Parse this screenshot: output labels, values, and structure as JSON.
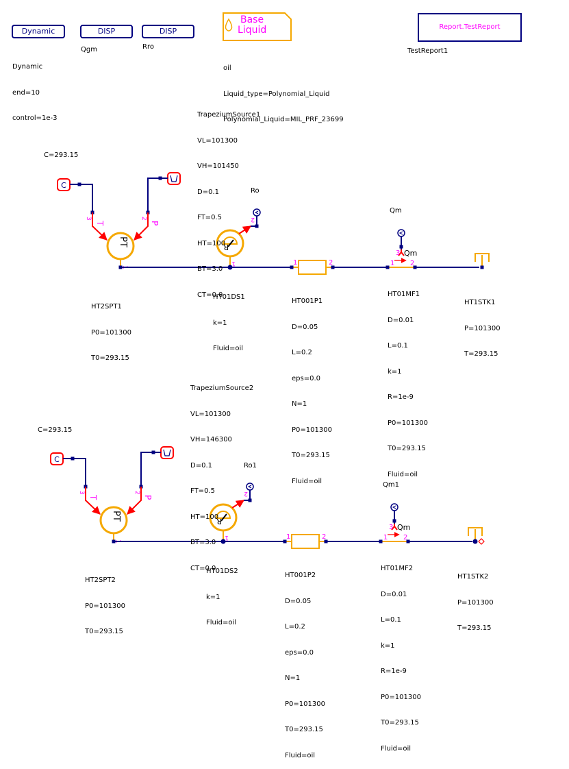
{
  "colors": {
    "wire": "#000080",
    "component": "#f5a800",
    "signal": "#ff0000",
    "pin_label": "#ff00ff"
  },
  "toolbar_blocks": {
    "dynamic": {
      "label": "Dynamic",
      "params": [
        "Dynamic",
        "end=10",
        "control=1e-3"
      ]
    },
    "disp_qm": {
      "label": "DISP",
      "name": "Qgm"
    },
    "disp_ro": {
      "label": "DISP",
      "name": "Rro"
    },
    "base_liquid": {
      "label_line1": "Base",
      "label_line2": "Liquid",
      "params": [
        "oil",
        "Liquid_type=Polynomial_Liquid",
        "Polynomial_Liquid=MIL_PRF_23699"
      ]
    },
    "report": {
      "label": "Report.TestReport",
      "name": "TestReport1"
    }
  },
  "circuit1": {
    "trapezium": [
      "TrapeziumSource1",
      "VL=101300",
      "VH=101450",
      "D=0.1",
      "FT=0.5",
      "HT=100",
      "BT=3.0",
      "CT=0.0"
    ],
    "constant": {
      "params": "C=293.15",
      "glyph": "C"
    },
    "pt": {
      "glyph": "PT",
      "params": [
        "HT2SPT1",
        "P0=101300",
        "T0=293.15"
      ],
      "pin_T": "T",
      "pin_P": "P",
      "pin3": "3",
      "pin2": "2",
      "pin1": "1"
    },
    "ds": {
      "params": [
        "HT01DS1",
        "k=1",
        "Fluid=oil"
      ],
      "sensor_name": "Ro",
      "pin1": "1",
      "pin2": "2"
    },
    "pipe": {
      "params": [
        "HT001P1",
        "D=0.05",
        "L=0.2",
        "eps=0.0",
        "N=1",
        "P0=101300",
        "T0=293.15",
        "Fluid=oil"
      ],
      "pin1": "1",
      "pin2": "2"
    },
    "mf": {
      "params": [
        "HT01MF1",
        "D=0.01",
        "L=0.1",
        "k=1",
        "R=1e-9",
        "P0=101300",
        "T0=293.15",
        "Fluid=oil"
      ],
      "sensor_name": "Qm",
      "out_label": "Qm",
      "pin1": "1",
      "pin2": "2",
      "pin3": "3"
    },
    "stk": {
      "params": [
        "HT1STK1",
        "P=101300",
        "T=293.15"
      ]
    }
  },
  "circuit2": {
    "trapezium": [
      "TrapeziumSource2",
      "VL=101300",
      "VH=146300",
      "D=0.1",
      "FT=0.5",
      "HT=100",
      "BT=3.0",
      "CT=0.0"
    ],
    "constant": {
      "params": "C=293.15",
      "glyph": "C"
    },
    "pt": {
      "glyph": "PT",
      "params": [
        "HT2SPT2",
        "P0=101300",
        "T0=293.15"
      ],
      "pin_T": "T",
      "pin_P": "P",
      "pin3": "3",
      "pin2": "2",
      "pin1": "1"
    },
    "ds": {
      "params": [
        "HT01DS2",
        "k=1",
        "Fluid=oil"
      ],
      "sensor_name": "Ro1",
      "pin1": "1",
      "pin2": "2"
    },
    "pipe": {
      "params": [
        "HT001P2",
        "D=0.05",
        "L=0.2",
        "eps=0.0",
        "N=1",
        "P0=101300",
        "T0=293.15",
        "Fluid=oil"
      ],
      "pin1": "1",
      "pin2": "2"
    },
    "mf": {
      "params": [
        "HT01MF2",
        "D=0.01",
        "L=0.1",
        "k=1",
        "R=1e-9",
        "P0=101300",
        "T0=293.15",
        "Fluid=oil"
      ],
      "sensor_name": "Qm1",
      "out_label": "Qm",
      "pin1": "1",
      "pin2": "2",
      "pin3": "3"
    },
    "stk": {
      "params": [
        "HT1STK2",
        "P=101300",
        "T=293.15"
      ]
    }
  }
}
